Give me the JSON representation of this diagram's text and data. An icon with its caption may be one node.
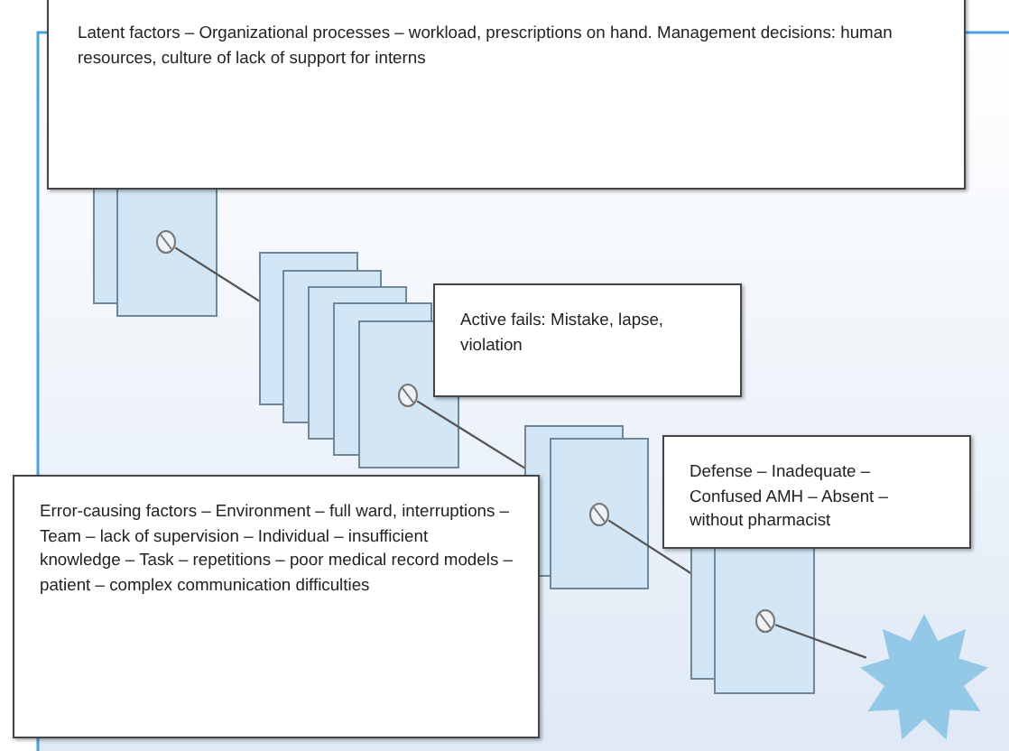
{
  "diagram": {
    "nodes": [
      {
        "text": [
          "Latent factors – Organizational processes – workload, prescriptions on hand. Management decisions: human resources, culture of lack of support for interns"
        ]
      },
      {
        "text": [
          "Active fails: Mistake, lapse, violation"
        ]
      },
      {
        "text": [
          "Defense – Inadequate – Confused AMH – Absent – without pharmacist"
        ]
      },
      {
        "text": [
          "Error-causing factors – Environment – full ward, interruptions – Team – lack of supervision – Individual – insufficient knowledge – Task – repetitions – poor medical record models – patient – complex communication difficulties"
        ]
      },
      {
        "text": [],
        "shape": "circle"
      },
      {
        "text": [],
        "shape": "circle"
      },
      {
        "text": [],
        "shape": "circle"
      },
      {
        "text": [],
        "shape": "circle"
      },
      {
        "text": [],
        "shape": "star"
      }
    ],
    "edges": [
      {
        "from": 4,
        "to": 5,
        "arrow": "none"
      },
      {
        "from": 5,
        "to": 6,
        "arrow": "none"
      },
      {
        "from": 6,
        "to": 7,
        "arrow": "none"
      },
      {
        "from": 7,
        "to": 8,
        "arrow": "none"
      }
    ]
  }
}
